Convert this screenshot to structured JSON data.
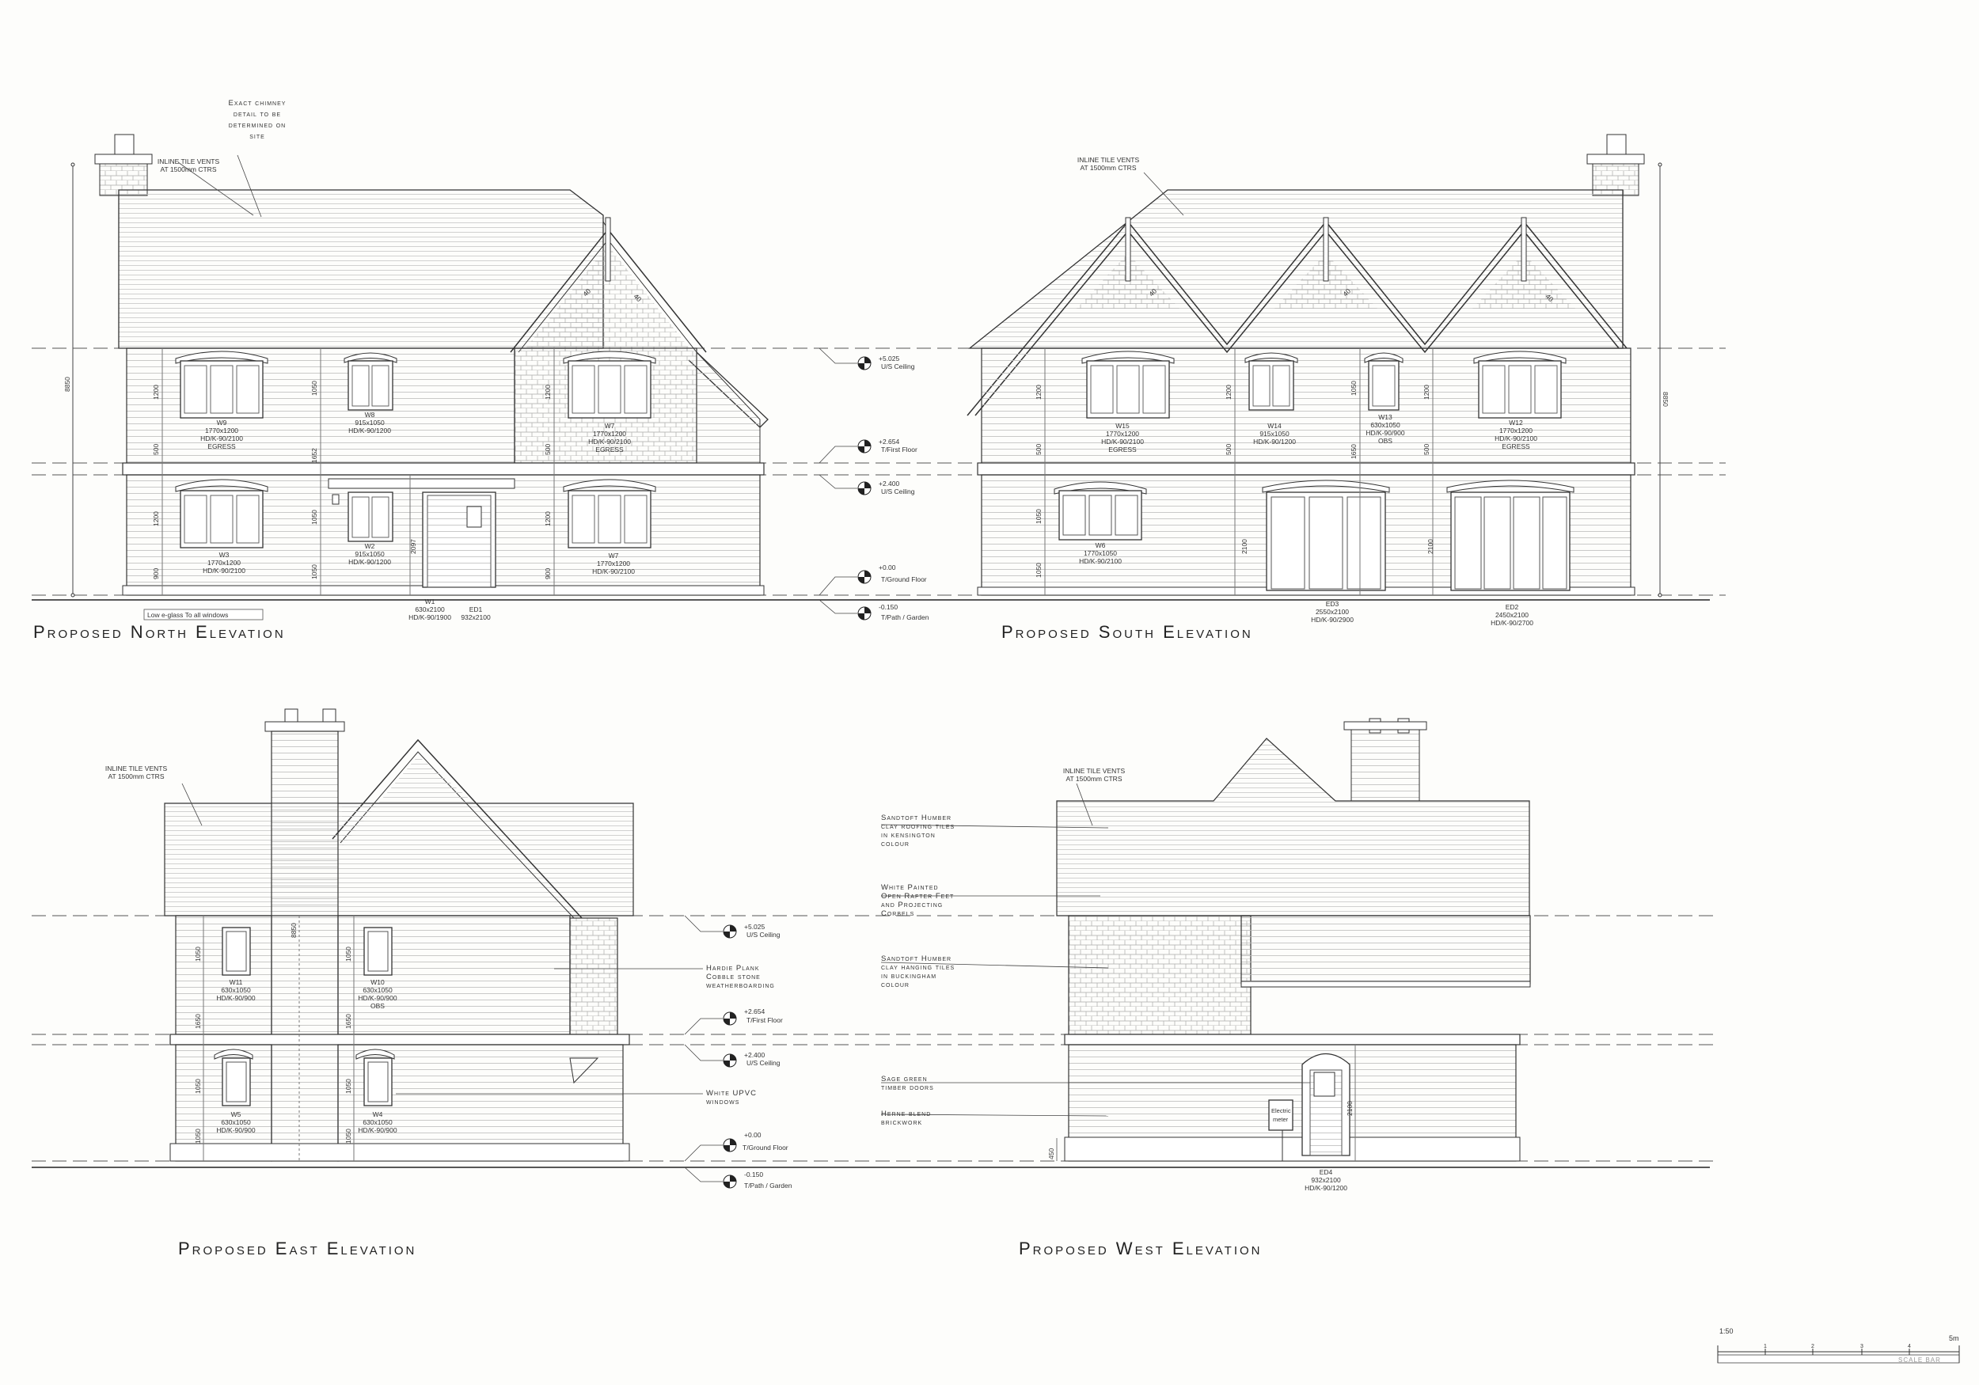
{
  "titles": {
    "north": "Proposed North Elevation",
    "south": "Proposed South Elevation",
    "east": "Proposed East Elevation",
    "west": "Proposed West Elevation"
  },
  "levels": {
    "l1_value": "+5.025",
    "l1_name": "U/S Ceiling",
    "l2_value": "+2.654",
    "l2_name": "T/First Floor",
    "l3_value": "+2.400",
    "l3_name": "U/S Ceiling",
    "l4_value": "+0.00",
    "l4_name": "T/Ground Floor",
    "l4_name_east": "T/Ground Floor",
    "l5_value": "-0.150",
    "l5_name": "T/Path / Garden"
  },
  "notes": {
    "chimney": [
      "Exact chimney",
      "detail to be",
      "determined on",
      "site"
    ],
    "vents_l1": "INLINE TILE VENTS",
    "vents_l2": "AT 1500mm CTRS",
    "low_e": "Low e-glass To all windows",
    "hardie": [
      "Hardie Plank",
      "Cobble stone",
      "weatherboarding"
    ],
    "upvc": [
      "White UPVC",
      "windows"
    ],
    "roof_tiles": [
      "Sandtoft Humber",
      "clay roofing tiles",
      "in kensington",
      "colour"
    ],
    "rafter": [
      "White Painted",
      "Open Rafter Feet",
      "and Projecting",
      "Corbels"
    ],
    "hanging_tiles": [
      "Sandtoft Humber",
      "clay hanging tiles",
      "in buckingham",
      "colour"
    ],
    "doors": [
      "Sage green",
      "timber doors"
    ],
    "brick": [
      "Herne blend",
      "brickwork"
    ],
    "meter": [
      "Electric",
      "meter"
    ]
  },
  "north_windows": [
    {
      "id": "W9",
      "l1": "1770x1200",
      "l2": "HD/K-90/2100",
      "l3": "EGRESS"
    },
    {
      "id": "W8",
      "l1": "915x1050",
      "l2": "HD/K-90/1200",
      "l3": ""
    },
    {
      "id": "W7",
      "l1": "1770x1200",
      "l2": "HD/K-90/2100",
      "l3": "EGRESS"
    },
    {
      "id": "W3",
      "l1": "1770x1200",
      "l2": "HD/K-90/2100",
      "l3": ""
    },
    {
      "id": "W2",
      "l1": "915x1050",
      "l2": "HD/K-90/1200",
      "l3": ""
    },
    {
      "id": "W7",
      "l1": "1770x1200",
      "l2": "HD/K-90/2100",
      "l3": ""
    },
    {
      "id": "W1",
      "l1": "630x2100",
      "l2": "HD/K-90/1900",
      "l3": ""
    },
    {
      "id": "ED1",
      "l1": "932x2100",
      "l2": "",
      "l3": ""
    }
  ],
  "south_windows": [
    {
      "id": "W15",
      "l1": "1770x1200",
      "l2": "HD/K-90/2100",
      "l3": "EGRESS"
    },
    {
      "id": "W14",
      "l1": "915x1050",
      "l2": "HD/K-90/1200",
      "l3": ""
    },
    {
      "id": "W13",
      "l1": "630x1050",
      "l2": "HD/K-90/900",
      "l3": "OBS"
    },
    {
      "id": "W12",
      "l1": "1770x1200",
      "l2": "HD/K-90/2100",
      "l3": "EGRESS"
    },
    {
      "id": "W6",
      "l1": "1770x1050",
      "l2": "HD/K-90/2100",
      "l3": ""
    },
    {
      "id": "ED3",
      "l1": "2550x2100",
      "l2": "HD/K-90/2900",
      "l3": ""
    },
    {
      "id": "ED2",
      "l1": "2450x2100",
      "l2": "HD/K-90/2700",
      "l3": ""
    }
  ],
  "east_windows": [
    {
      "id": "W11",
      "l1": "630x1050",
      "l2": "HD/K-90/900",
      "l3": ""
    },
    {
      "id": "W10",
      "l1": "630x1050",
      "l2": "HD/K-90/900",
      "l3": "OBS"
    },
    {
      "id": "W5",
      "l1": "630x1050",
      "l2": "HD/K-90/900",
      "l3": ""
    },
    {
      "id": "W4",
      "l1": "630x1050",
      "l2": "HD/K-90/900",
      "l3": ""
    }
  ],
  "west_windows": [
    {
      "id": "ED4",
      "l1": "932x2100",
      "l2": "HD/K-90/1200",
      "l3": ""
    }
  ],
  "dims": {
    "d8850": "8850",
    "d1200": "1200",
    "d1050": "1050",
    "d500": "500",
    "d1652": "1652",
    "d2097": "2097",
    "d900": "900",
    "d2100": "2100",
    "d1650": "1650",
    "d450": "450",
    "d40": "40"
  },
  "scale": {
    "ratio": "1:50",
    "ticks": [
      "1",
      "2",
      "3",
      "4"
    ],
    "end": "5m",
    "label": "SCALE BAR"
  }
}
